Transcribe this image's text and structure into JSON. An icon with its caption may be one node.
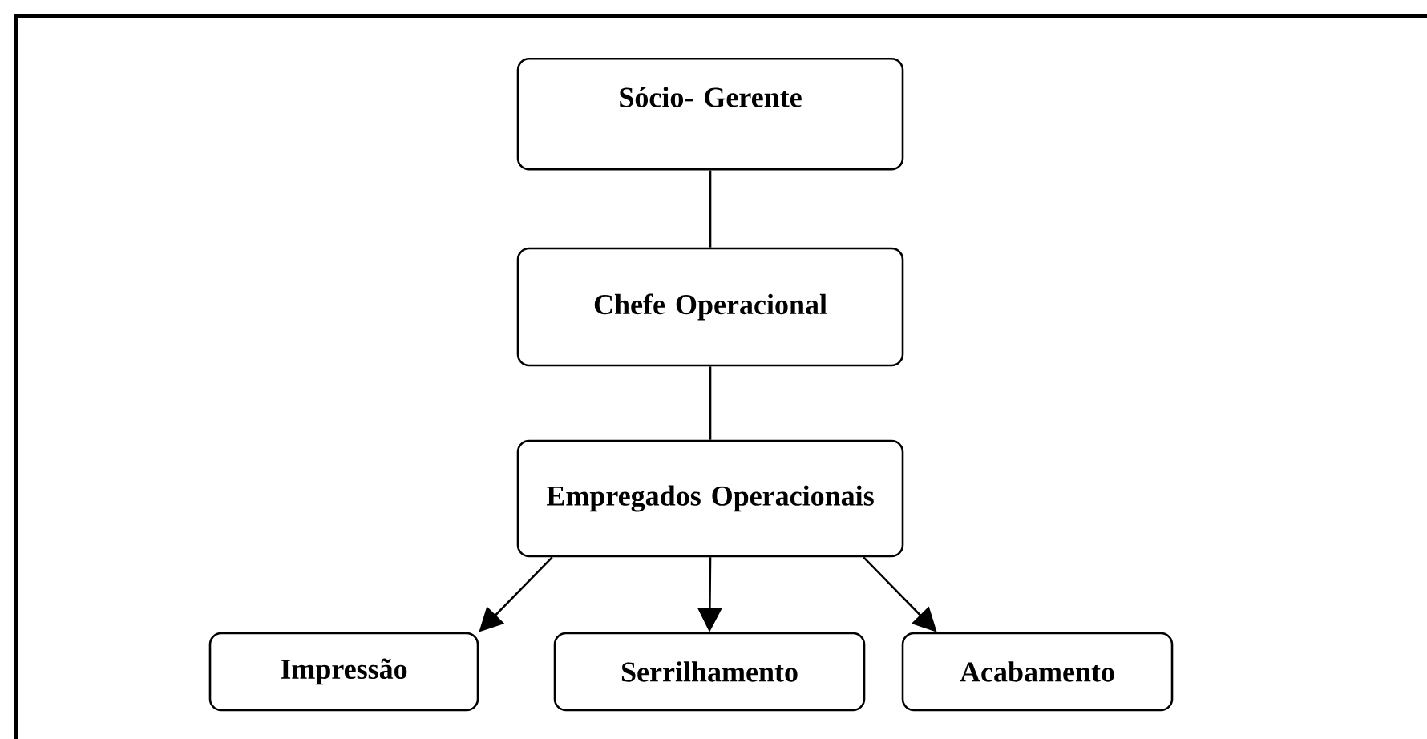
{
  "diagram": {
    "nodes": [
      {
        "text": [
          "Sócio- Gerente"
        ]
      },
      {
        "text": [
          "Chefe Operacional"
        ]
      },
      {
        "text": [
          "Empregados Operacionais"
        ]
      },
      {
        "text": [
          "Impressão"
        ]
      },
      {
        "text": [
          "Serrilhamento"
        ]
      },
      {
        "text": [
          "Acabamento"
        ]
      }
    ],
    "edges": [
      {
        "from": 0,
        "to": 1,
        "arrow": "none"
      },
      {
        "from": 1,
        "to": 2,
        "arrow": "none"
      },
      {
        "from": 2,
        "to": 3,
        "arrow": "to"
      },
      {
        "from": 2,
        "to": 4,
        "arrow": "to"
      },
      {
        "from": 2,
        "to": 5,
        "arrow": "to"
      }
    ]
  }
}
